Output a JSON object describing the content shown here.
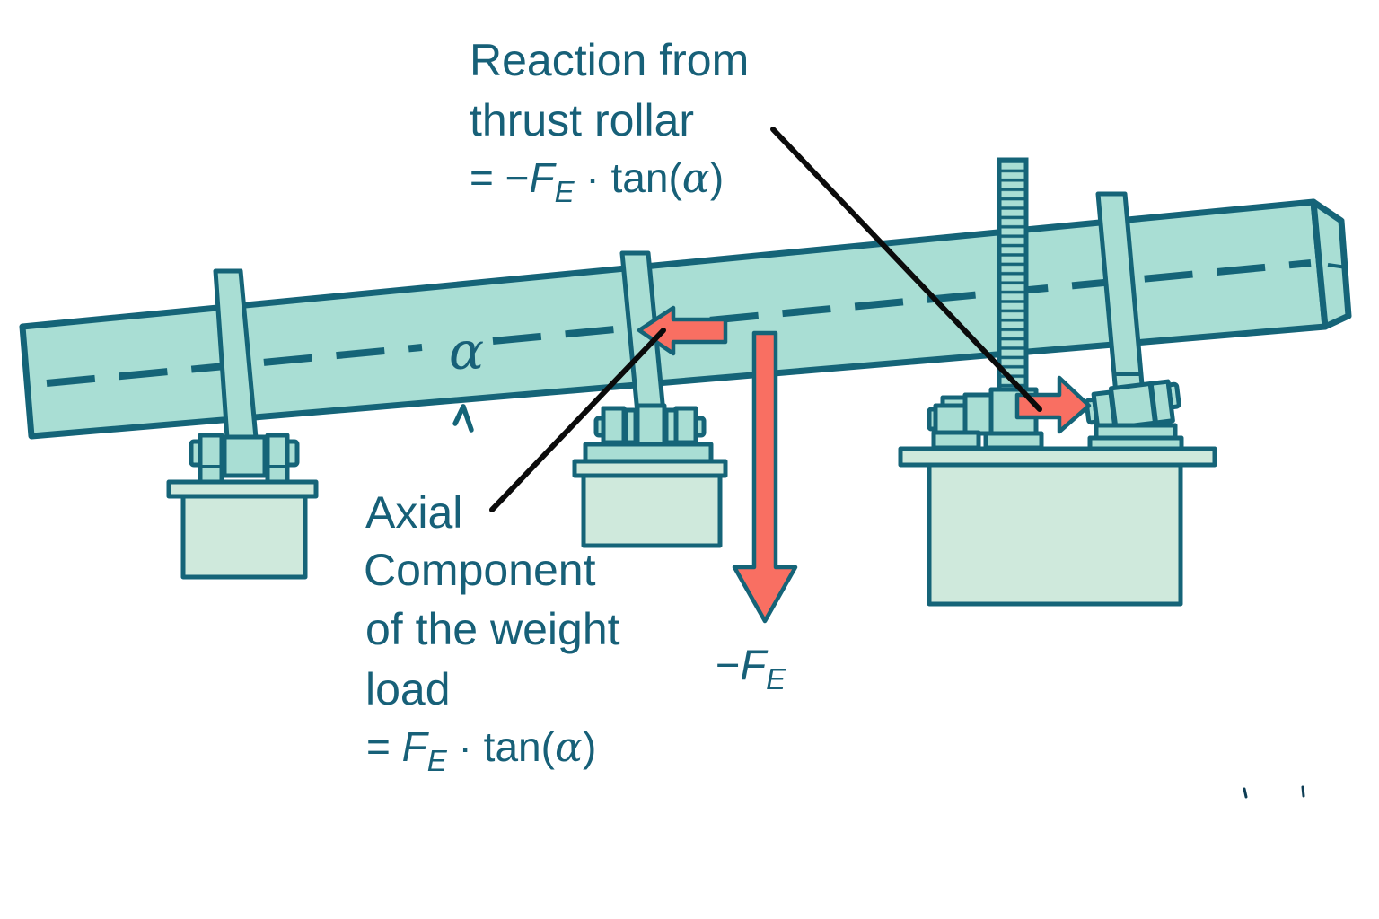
{
  "colors": {
    "ink": "#156478",
    "kiln_fill": "#a9ded4",
    "panel_fill": "#cfe9dc",
    "arrow_red": "#f96f62",
    "text": "#176078",
    "leader_black": "#0b0b0b"
  },
  "labels": {
    "reaction": {
      "line1": "Reaction from",
      "line2": "thrust rollar",
      "eq": {
        "prefix": "= −",
        "f": "F",
        "sub": "E",
        "mid": " · tan(",
        "alpha": "α",
        "close": ")"
      }
    },
    "axial": {
      "line1": "Axial",
      "line2": "Component",
      "line3": "of the weight",
      "line4": "load",
      "eq": {
        "prefix": "= ",
        "f": "F",
        "sub": "E",
        "mid": " · tan(",
        "alpha": "α",
        "close": ")"
      }
    },
    "force_down": {
      "prefix": "−",
      "f": "F",
      "sub": "E"
    },
    "angle": {
      "alpha": "α"
    }
  }
}
